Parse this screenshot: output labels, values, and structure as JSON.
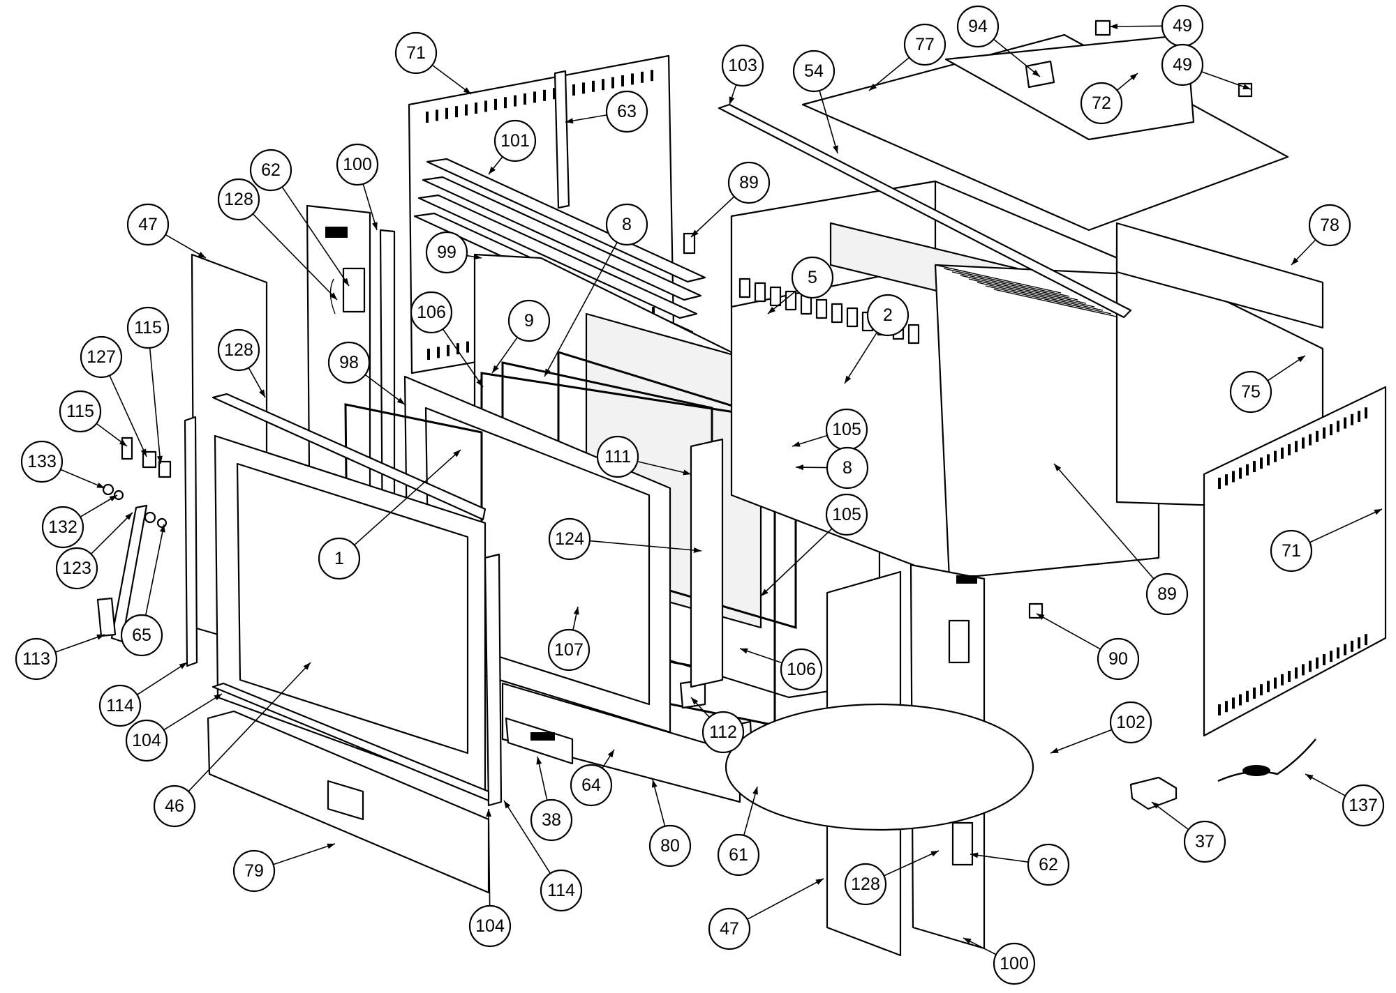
{
  "callouts": [
    {
      "id": "c71a",
      "label": "71"
    },
    {
      "id": "c63",
      "label": "63"
    },
    {
      "id": "c101",
      "label": "101"
    },
    {
      "id": "c62a",
      "label": "62"
    },
    {
      "id": "c100a",
      "label": "100"
    },
    {
      "id": "c47a",
      "label": "47"
    },
    {
      "id": "c128a",
      "label": "128"
    },
    {
      "id": "c8a",
      "label": "8"
    },
    {
      "id": "c99",
      "label": "99"
    },
    {
      "id": "c106a",
      "label": "106"
    },
    {
      "id": "c9",
      "label": "9"
    },
    {
      "id": "c115a",
      "label": "115"
    },
    {
      "id": "c127",
      "label": "127"
    },
    {
      "id": "c128b",
      "label": "128"
    },
    {
      "id": "c98",
      "label": "98"
    },
    {
      "id": "c115b",
      "label": "115"
    },
    {
      "id": "c133",
      "label": "133"
    },
    {
      "id": "c132",
      "label": "132"
    },
    {
      "id": "c123",
      "label": "123"
    },
    {
      "id": "c1",
      "label": "1"
    },
    {
      "id": "c113",
      "label": "113"
    },
    {
      "id": "c65",
      "label": "65"
    },
    {
      "id": "c114a",
      "label": "114"
    },
    {
      "id": "c104a",
      "label": "104"
    },
    {
      "id": "c46",
      "label": "46"
    },
    {
      "id": "c79",
      "label": "79"
    },
    {
      "id": "c38",
      "label": "38"
    },
    {
      "id": "c64",
      "label": "64"
    },
    {
      "id": "c80",
      "label": "80"
    },
    {
      "id": "c61",
      "label": "61"
    },
    {
      "id": "c114b",
      "label": "114"
    },
    {
      "id": "c104b",
      "label": "104"
    },
    {
      "id": "c107",
      "label": "107"
    },
    {
      "id": "c124",
      "label": "124"
    },
    {
      "id": "c111",
      "label": "111"
    },
    {
      "id": "c105a",
      "label": "105"
    },
    {
      "id": "c8b",
      "label": "8"
    },
    {
      "id": "c105b",
      "label": "105"
    },
    {
      "id": "c106b",
      "label": "106"
    },
    {
      "id": "c112",
      "label": "112"
    },
    {
      "id": "c47b",
      "label": "47"
    },
    {
      "id": "c128c",
      "label": "128"
    },
    {
      "id": "c100b",
      "label": "100"
    },
    {
      "id": "c62b",
      "label": "62"
    },
    {
      "id": "c103",
      "label": "103"
    },
    {
      "id": "c54",
      "label": "54"
    },
    {
      "id": "c77",
      "label": "77"
    },
    {
      "id": "c94",
      "label": "94"
    },
    {
      "id": "c49a",
      "label": "49"
    },
    {
      "id": "c49b",
      "label": "49"
    },
    {
      "id": "c72",
      "label": "72"
    },
    {
      "id": "c89a",
      "label": "89"
    },
    {
      "id": "c5",
      "label": "5"
    },
    {
      "id": "c2",
      "label": "2"
    },
    {
      "id": "c78",
      "label": "78"
    },
    {
      "id": "c75",
      "label": "75"
    },
    {
      "id": "c71b",
      "label": "71"
    },
    {
      "id": "c89b",
      "label": "89"
    },
    {
      "id": "c90",
      "label": "90"
    },
    {
      "id": "c102",
      "label": "102"
    },
    {
      "id": "c137",
      "label": "137"
    },
    {
      "id": "c37",
      "label": "37"
    }
  ]
}
